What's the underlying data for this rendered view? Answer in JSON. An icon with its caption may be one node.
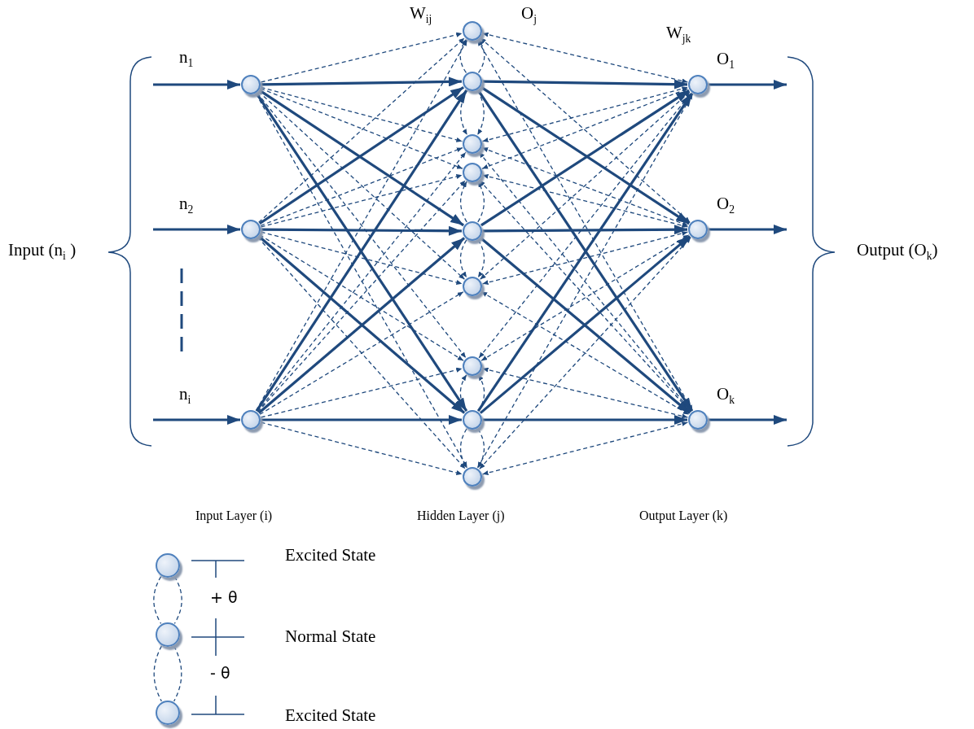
{
  "diagram": {
    "nodes": [
      {
        "text": [],
        "shape": "circle"
      },
      {
        "text": [],
        "shape": "circle"
      },
      {
        "text": [],
        "shape": "circle"
      },
      {
        "text": [],
        "shape": "circle"
      },
      {
        "text": [],
        "shape": "circle"
      },
      {
        "text": [],
        "shape": "circle"
      },
      {
        "text": [],
        "shape": "circle"
      },
      {
        "text": [],
        "shape": "circle"
      },
      {
        "text": [],
        "shape": "circle"
      },
      {
        "text": [],
        "shape": "circle"
      },
      {
        "text": [],
        "shape": "circle"
      },
      {
        "text": [],
        "shape": "circle"
      },
      {
        "text": [],
        "shape": "circle"
      },
      {
        "text": [],
        "shape": "circle"
      },
      {
        "text": [],
        "shape": "circle"
      },
      {
        "text": [],
        "shape": "circle"
      },
      {
        "text": [],
        "shape": "circle"
      },
      {
        "text": [],
        "shape": "circle"
      },
      {
        "text": [
          "Input (n$_{i}$ )"
        ]
      },
      {
        "text": [
          "Output (O$_{k}$)"
        ]
      }
    ],
    "edges": [
      {
        "from": 18,
        "to": 0,
        "arrow": "to"
      },
      {
        "from": 18,
        "to": 1,
        "arrow": "to"
      },
      {
        "from": 18,
        "to": 2,
        "arrow": "to"
      },
      {
        "from": 12,
        "to": 19,
        "arrow": "to"
      },
      {
        "from": 13,
        "to": 19,
        "arrow": "to"
      },
      {
        "from": 14,
        "to": 19,
        "arrow": "to"
      },
      {
        "from": 0,
        "to": 4,
        "arrow": "to",
        "style": "thick"
      },
      {
        "from": 0,
        "to": 7,
        "arrow": "to",
        "style": "thick"
      },
      {
        "from": 0,
        "to": 10,
        "arrow": "to",
        "style": "thick"
      },
      {
        "from": 1,
        "to": 4,
        "arrow": "to",
        "style": "thick"
      },
      {
        "from": 1,
        "to": 7,
        "arrow": "to",
        "style": "thick"
      },
      {
        "from": 1,
        "to": 10,
        "arrow": "to",
        "style": "thick"
      },
      {
        "from": 2,
        "to": 4,
        "arrow": "to",
        "style": "thick"
      },
      {
        "from": 2,
        "to": 7,
        "arrow": "to",
        "style": "thick"
      },
      {
        "from": 2,
        "to": 10,
        "arrow": "to",
        "style": "thick"
      },
      {
        "from": 4,
        "to": 12,
        "arrow": "to",
        "style": "thick"
      },
      {
        "from": 4,
        "to": 13,
        "arrow": "to",
        "style": "thick"
      },
      {
        "from": 4,
        "to": 14,
        "arrow": "to",
        "style": "thick"
      },
      {
        "from": 7,
        "to": 12,
        "arrow": "to",
        "style": "thick"
      },
      {
        "from": 7,
        "to": 13,
        "arrow": "to",
        "style": "thick"
      },
      {
        "from": 7,
        "to": 14,
        "arrow": "to",
        "style": "thick"
      },
      {
        "from": 10,
        "to": 12,
        "arrow": "to",
        "style": "thick"
      },
      {
        "from": 10,
        "to": 13,
        "arrow": "to",
        "style": "thick"
      },
      {
        "from": 10,
        "to": 14,
        "arrow": "to",
        "style": "thick"
      },
      {
        "from": 0,
        "to": 3,
        "arrow": "to",
        "style": "dashed"
      },
      {
        "from": 0,
        "to": 5,
        "arrow": "to",
        "style": "dashed"
      },
      {
        "from": 0,
        "to": 6,
        "arrow": "to",
        "style": "dashed"
      },
      {
        "from": 0,
        "to": 8,
        "arrow": "to",
        "style": "dashed"
      },
      {
        "from": 0,
        "to": 9,
        "arrow": "to",
        "style": "dashed"
      },
      {
        "from": 0,
        "to": 11,
        "arrow": "to",
        "style": "dashed"
      },
      {
        "from": 1,
        "to": 3,
        "arrow": "to",
        "style": "dashed"
      },
      {
        "from": 1,
        "to": 5,
        "arrow": "to",
        "style": "dashed"
      },
      {
        "from": 1,
        "to": 6,
        "arrow": "to",
        "style": "dashed"
      },
      {
        "from": 1,
        "to": 8,
        "arrow": "to",
        "style": "dashed"
      },
      {
        "from": 1,
        "to": 9,
        "arrow": "to",
        "style": "dashed"
      },
      {
        "from": 1,
        "to": 11,
        "arrow": "to",
        "style": "dashed"
      },
      {
        "from": 2,
        "to": 3,
        "arrow": "to",
        "style": "dashed"
      },
      {
        "from": 2,
        "to": 5,
        "arrow": "to",
        "style": "dashed"
      },
      {
        "from": 2,
        "to": 6,
        "arrow": "to",
        "style": "dashed"
      },
      {
        "from": 2,
        "to": 8,
        "arrow": "to",
        "style": "dashed"
      },
      {
        "from": 2,
        "to": 9,
        "arrow": "to",
        "style": "dashed"
      },
      {
        "from": 2,
        "to": 11,
        "arrow": "to",
        "style": "dashed"
      },
      {
        "from": 3,
        "to": 12,
        "arrow": "both",
        "style": "dashed"
      },
      {
        "from": 3,
        "to": 13,
        "arrow": "both",
        "style": "dashed"
      },
      {
        "from": 3,
        "to": 14,
        "arrow": "both",
        "style": "dashed"
      },
      {
        "from": 5,
        "to": 12,
        "arrow": "both",
        "style": "dashed"
      },
      {
        "from": 5,
        "to": 13,
        "arrow": "both",
        "style": "dashed"
      },
      {
        "from": 5,
        "to": 14,
        "arrow": "both",
        "style": "dashed"
      },
      {
        "from": 6,
        "to": 12,
        "arrow": "both",
        "style": "dashed"
      },
      {
        "from": 6,
        "to": 13,
        "arrow": "both",
        "style": "dashed"
      },
      {
        "from": 6,
        "to": 14,
        "arrow": "both",
        "style": "dashed"
      },
      {
        "from": 8,
        "to": 12,
        "arrow": "both",
        "style": "dashed"
      },
      {
        "from": 8,
        "to": 13,
        "arrow": "both",
        "style": "dashed"
      },
      {
        "from": 8,
        "to": 14,
        "arrow": "both",
        "style": "dashed"
      },
      {
        "from": 9,
        "to": 12,
        "arrow": "both",
        "style": "dashed"
      },
      {
        "from": 9,
        "to": 13,
        "arrow": "both",
        "style": "dashed"
      },
      {
        "from": 9,
        "to": 14,
        "arrow": "both",
        "style": "dashed"
      },
      {
        "from": 11,
        "to": 12,
        "arrow": "both",
        "style": "dashed"
      },
      {
        "from": 11,
        "to": 13,
        "arrow": "both",
        "style": "dashed"
      },
      {
        "from": 11,
        "to": 14,
        "arrow": "both",
        "style": "dashed"
      },
      {
        "from": 4,
        "to": 3,
        "arrow": "to",
        "style": "dashed"
      },
      {
        "from": 4,
        "to": 3,
        "arrow": "to",
        "style": "dashed"
      },
      {
        "from": 4,
        "to": 5,
        "arrow": "to",
        "style": "dashed"
      },
      {
        "from": 4,
        "to": 5,
        "arrow": "to",
        "style": "dashed"
      },
      {
        "from": 7,
        "to": 6,
        "arrow": "to",
        "style": "dashed"
      },
      {
        "from": 7,
        "to": 6,
        "arrow": "to",
        "style": "dashed"
      },
      {
        "from": 7,
        "to": 8,
        "arrow": "to",
        "style": "dashed"
      },
      {
        "from": 7,
        "to": 8,
        "arrow": "to",
        "style": "dashed"
      },
      {
        "from": 10,
        "to": 9,
        "arrow": "to",
        "style": "dashed"
      },
      {
        "from": 10,
        "to": 9,
        "arrow": "to",
        "style": "dashed"
      },
      {
        "from": 10,
        "to": 11,
        "arrow": "to",
        "style": "dashed"
      },
      {
        "from": 10,
        "to": 11,
        "arrow": "to",
        "style": "dashed"
      },
      {
        "from": 15,
        "to": 16,
        "arrow": "none",
        "style": "dashed"
      },
      {
        "from": 15,
        "to": 16,
        "arrow": "none",
        "style": "dashed"
      },
      {
        "from": 16,
        "to": 17,
        "arrow": "none",
        "style": "dashed"
      },
      {
        "from": 16,
        "to": 17,
        "arrow": "none",
        "style": "dashed"
      }
    ],
    "labels": [
      "W$_{ij}$",
      "O$_{j}$",
      "W$_{jk}$",
      "n$_{1}$",
      "O$_{1}$",
      "n$_{2}$",
      "O$_{2}$",
      "n$_{i}$",
      "O$_{k}$",
      "Input Layer (i)",
      "Hidden Layer (j)",
      "Output Layer (k)",
      "Excited State",
      "+ θ",
      "Normal State",
      "- θ",
      "Excited State"
    ]
  }
}
